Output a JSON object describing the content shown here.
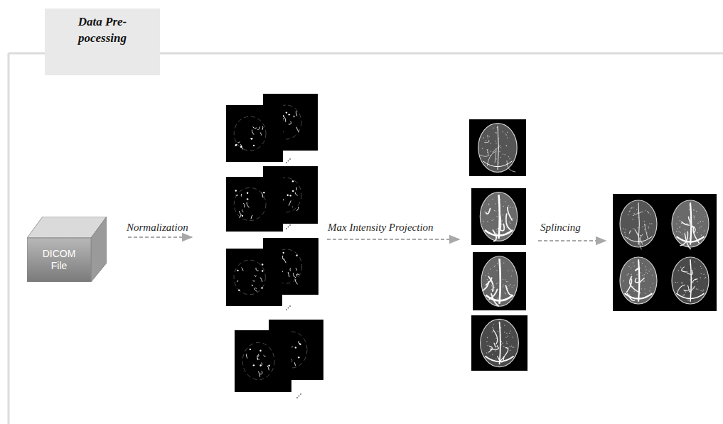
{
  "diagram": {
    "nodes": [
      {
        "text": [
          "Data Pre-pocessing"
        ]
      },
      {
        "text": [
          "DICOM File"
        ]
      }
    ],
    "labels": [
      "Normalization",
      "Max Intensity Projection",
      "Splincing"
    ]
  }
}
